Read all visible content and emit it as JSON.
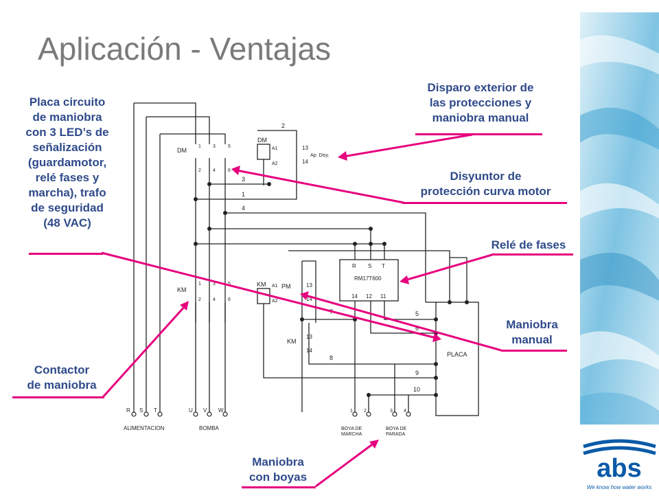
{
  "title": "Aplicación - Ventajas",
  "callouts": {
    "placa": [
      "Placa circuito",
      "de maniobra",
      "con 3 LED’s de",
      "señalización",
      "(guardamotor,",
      "relé fases y",
      "marcha), trafo",
      "de seguridad",
      "(48 VAC)"
    ],
    "disparo": [
      "Disparo exterior de",
      "las protecciones y",
      "maniobra manual"
    ],
    "disyuntor": [
      "Disyuntor de",
      "protección curva motor"
    ],
    "rele": [
      "Relé de fases"
    ],
    "maniobra_manual": [
      "Maniobra",
      "manual"
    ],
    "contactor": [
      "Contactor",
      "de maniobra"
    ],
    "boyas": [
      "Maniobra",
      "con boyas"
    ]
  },
  "schematic": {
    "dm": "DM",
    "km": "KM",
    "pm": "PM",
    "a1": "A1",
    "a2": "A2",
    "ap_disy": "Ap. Disy.",
    "relay_model": "RM17T600",
    "placa": "PLACA",
    "r": "R",
    "s": "S",
    "t": "T",
    "u": "U",
    "v": "V",
    "w": "W",
    "alimentacion": "ALIMENTACION",
    "bomba": "BOMBA",
    "boya_marcha": [
      "BOYA DE",
      "MARCHA"
    ],
    "boya_parada": [
      "BOYA DE",
      "PARADA"
    ],
    "n1": "1",
    "n2": "2",
    "n3": "3",
    "n4": "4",
    "n5": "5",
    "n6": "6",
    "n7": "7",
    "n8": "8",
    "n9": "9",
    "n10": "10",
    "n11": "11",
    "n12": "12",
    "n13": "13",
    "n14": "14"
  },
  "brand": {
    "logo_text": "abs",
    "tagline": "We know how water works",
    "logo_color": "#0a5aa8",
    "accent_color": "#e6007e"
  }
}
